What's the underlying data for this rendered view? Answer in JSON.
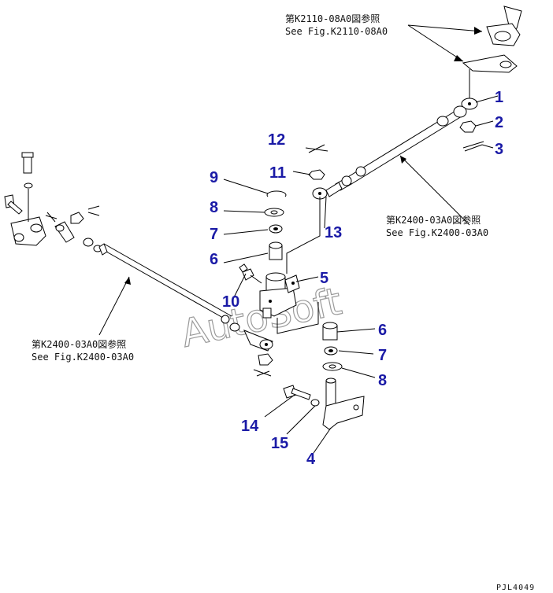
{
  "diagram": {
    "callouts": [
      {
        "id": "1",
        "label": "1"
      },
      {
        "id": "2",
        "label": "2"
      },
      {
        "id": "3",
        "label": "3"
      },
      {
        "id": "4",
        "label": "4"
      },
      {
        "id": "5",
        "label": "5"
      },
      {
        "id": "6a",
        "label": "6"
      },
      {
        "id": "6b",
        "label": "6"
      },
      {
        "id": "7a",
        "label": "7"
      },
      {
        "id": "7b",
        "label": "7"
      },
      {
        "id": "8a",
        "label": "8"
      },
      {
        "id": "8b",
        "label": "8"
      },
      {
        "id": "9",
        "label": "9"
      },
      {
        "id": "10",
        "label": "10"
      },
      {
        "id": "11",
        "label": "11"
      },
      {
        "id": "12",
        "label": "12"
      },
      {
        "id": "13",
        "label": "13"
      },
      {
        "id": "14",
        "label": "14"
      },
      {
        "id": "15",
        "label": "15"
      }
    ],
    "references": {
      "k2110": {
        "jp": "第K2110-08A0図参照",
        "en": "See Fig.K2110-08A0"
      },
      "k2400_right": {
        "jp": "第K2400-03A0図参照",
        "en": "See Fig.K2400-03A0"
      },
      "k2400_left": {
        "jp": "第K2400-03A0図参照",
        "en": "See Fig.K2400-03A0"
      }
    },
    "watermark": "AutoSoft",
    "drawing_code": "PJL4049"
  }
}
